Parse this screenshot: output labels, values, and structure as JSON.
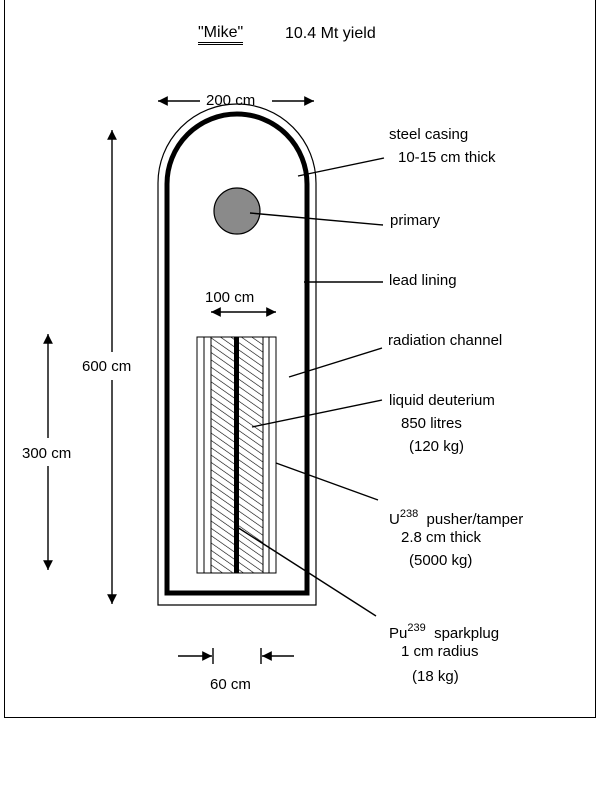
{
  "title": {
    "name": "\"Mike\"",
    "yield": "10.4 Mt  yield"
  },
  "dimensions": {
    "width": "200 cm",
    "height": "600 cm",
    "secondary_width": "100 cm",
    "secondary_height": "300 cm",
    "sparkplug_width": "60 cm"
  },
  "labels": {
    "steel_casing": {
      "line1": "steel casing",
      "line2": "10-15 cm  thick"
    },
    "primary": "primary",
    "lead_lining": "lead  lining",
    "radiation_channel": "radiation  channel",
    "liquid_deuterium": {
      "line1": "liquid deuterium",
      "line2": "850 litres",
      "line3": "(120 kg)"
    },
    "pusher": {
      "element": "U",
      "isotope": "238",
      "name": "pusher/tamper",
      "line2": "2.8 cm  thick",
      "line3": "(5000 kg)"
    },
    "sparkplug": {
      "element": "Pu",
      "isotope": "239",
      "name": "sparkplug",
      "line2": "1 cm radius",
      "line3": "(18 kg)"
    }
  }
}
